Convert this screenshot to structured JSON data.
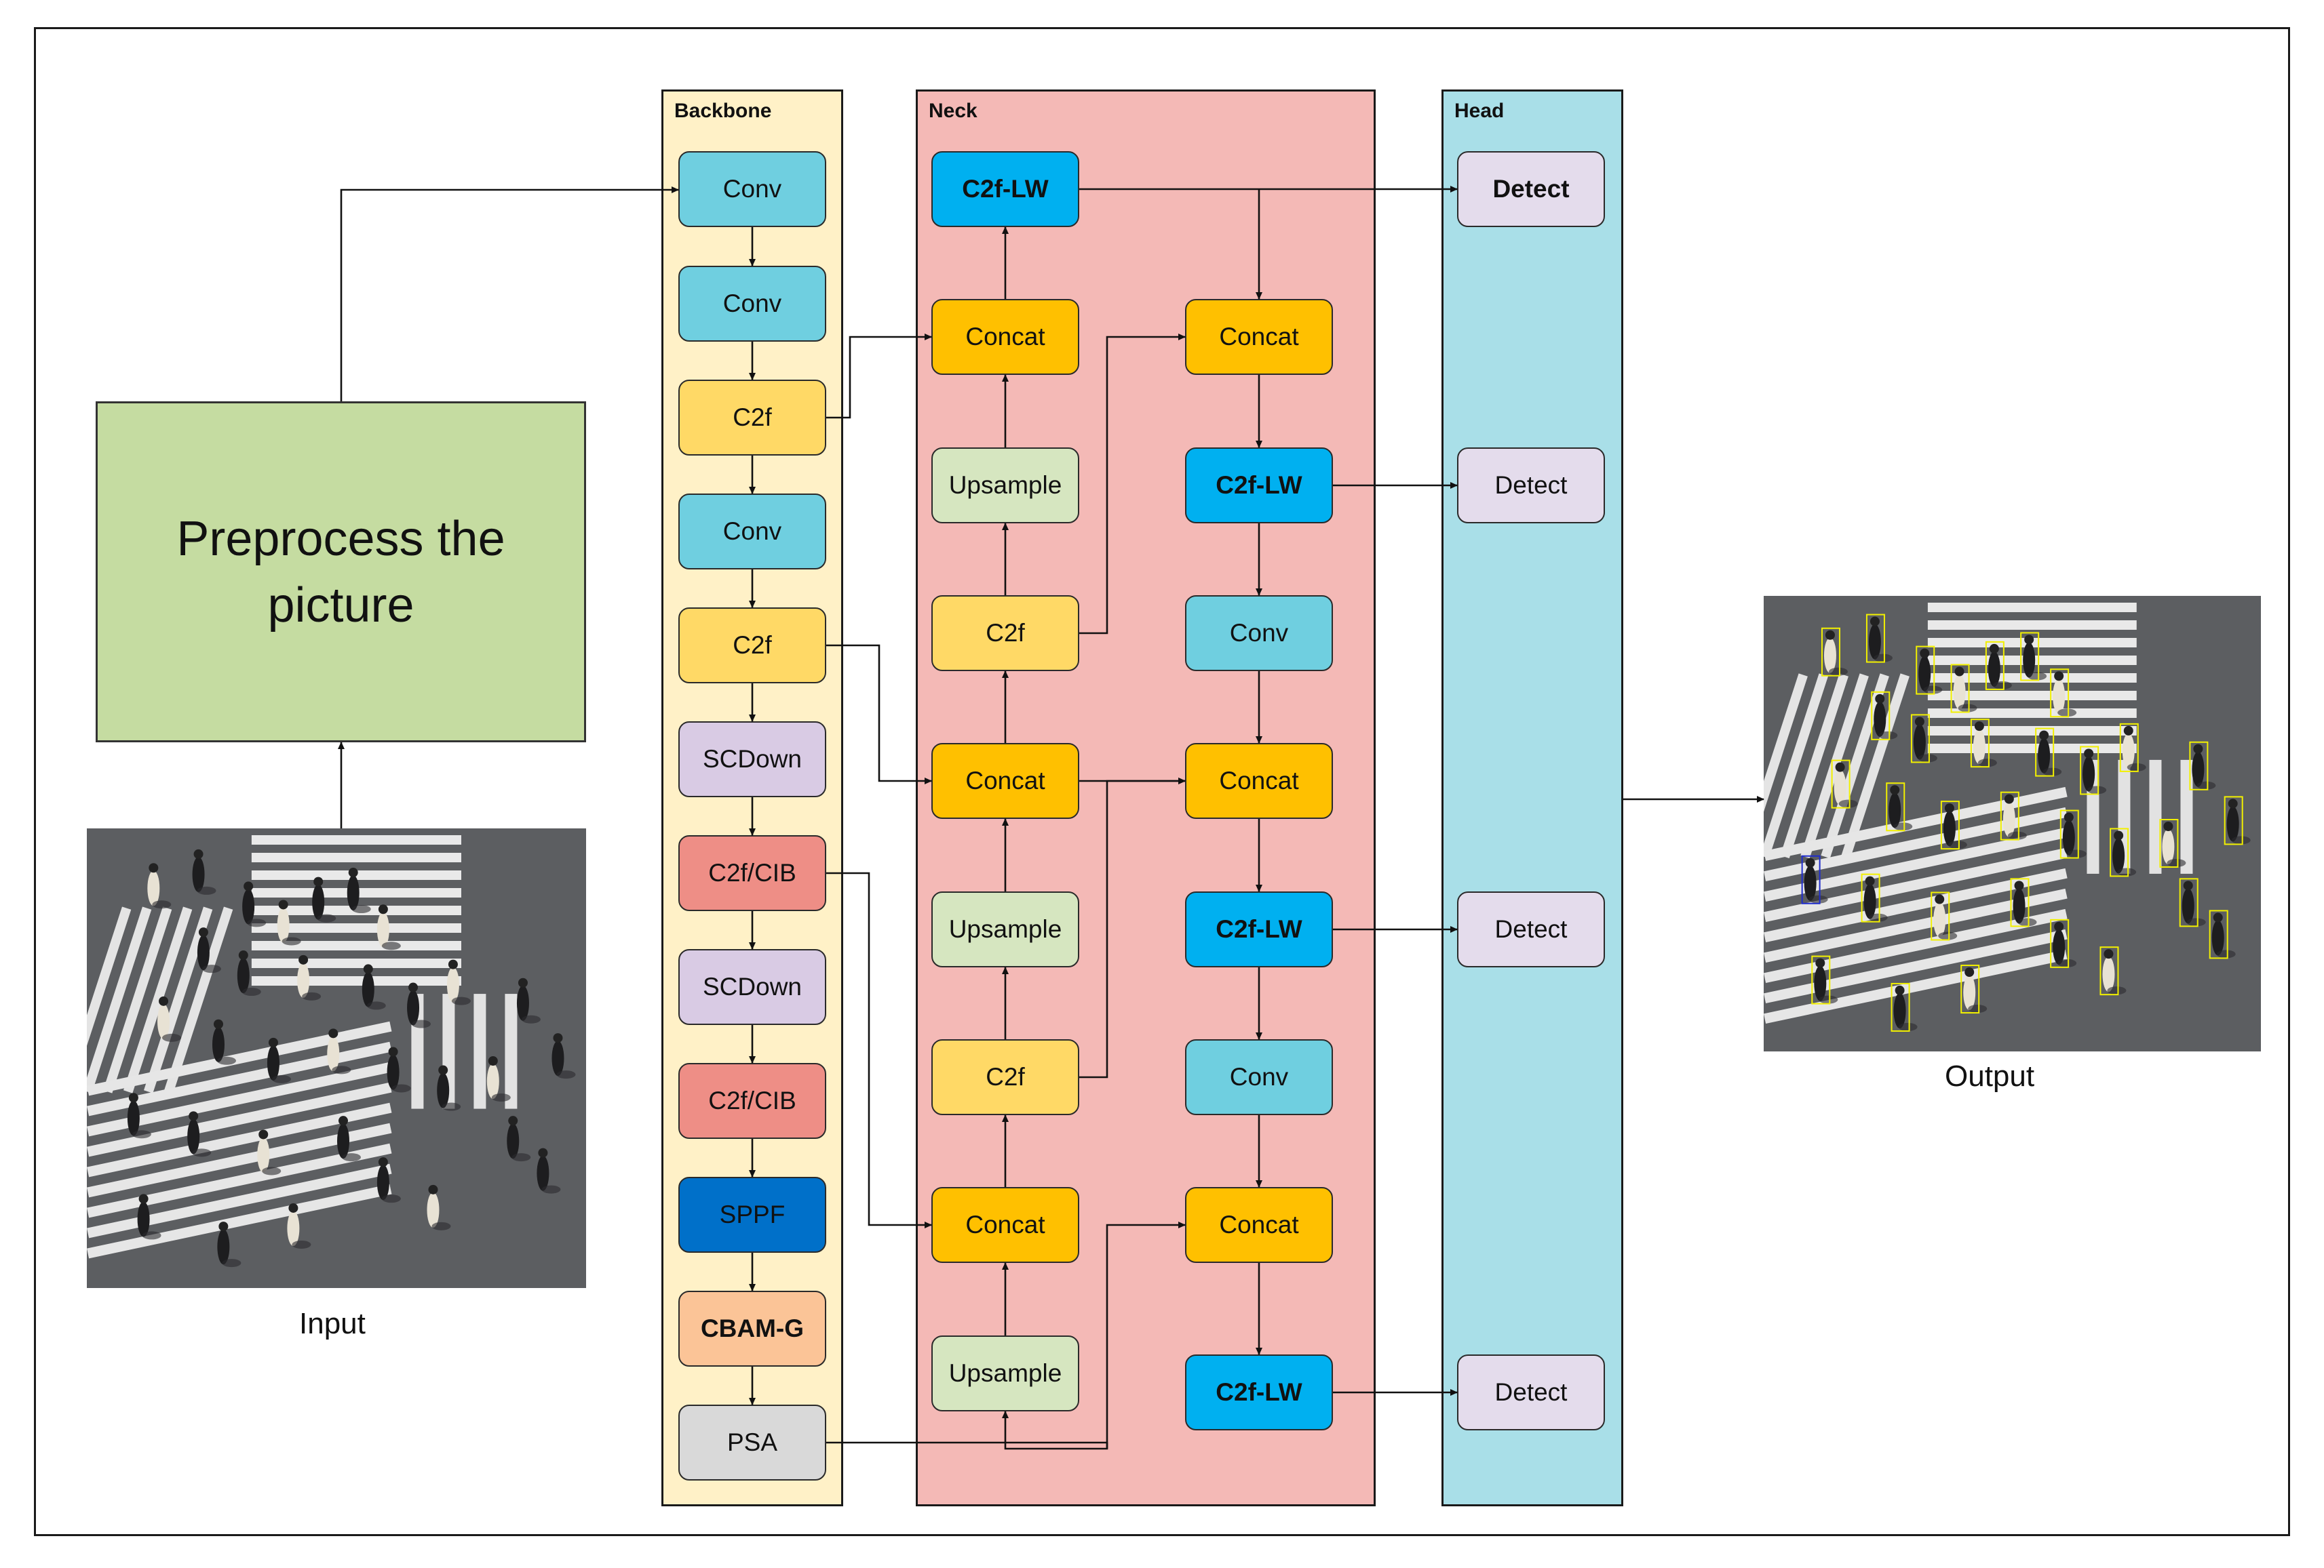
{
  "columns": {
    "backbone": "Backbone",
    "neck": "Neck",
    "head": "Head"
  },
  "preprocess_label": "Preprocess the picture",
  "input_label": "Input",
  "output_label": "Output",
  "backbone_nodes": [
    "Conv",
    "Conv",
    "C2f",
    "Conv",
    "C2f",
    "SCDown",
    "C2f/CIB",
    "SCDown",
    "C2f/CIB",
    "SPPF",
    "CBAM-G",
    "PSA"
  ],
  "neck_left_nodes": [
    "C2f-LW",
    "Concat",
    "Upsample",
    "C2f",
    "Concat",
    "Upsample",
    "C2f",
    "Concat",
    "Upsample"
  ],
  "neck_right_nodes": [
    "Concat",
    "C2f-LW",
    "Conv",
    "Concat",
    "C2f-LW",
    "Conv",
    "Concat",
    "C2f-LW"
  ],
  "head_nodes": [
    "Detect",
    "Detect",
    "Detect",
    "Detect"
  ],
  "colors": {
    "backbone_bg": "#fff1c7",
    "neck_bg": "#f4b9b6",
    "head_bg": "#a9dfe8",
    "conv": "#6fcfe0",
    "c2f": "#ffd966",
    "scdown": "#d9cbe4",
    "c2f_cib": "#ee8e86",
    "sppf": "#0070c9",
    "cbam": "#fbc497",
    "psa": "#d9d9d9",
    "concat": "#ffc000",
    "upsample": "#d6e6c0",
    "c2f_lw": "#00b0f0",
    "detect": "#e4dcec",
    "preprocess": "#c5dca1",
    "box_yellow": "#f2f000",
    "box_blue": "#1f2ccc"
  }
}
